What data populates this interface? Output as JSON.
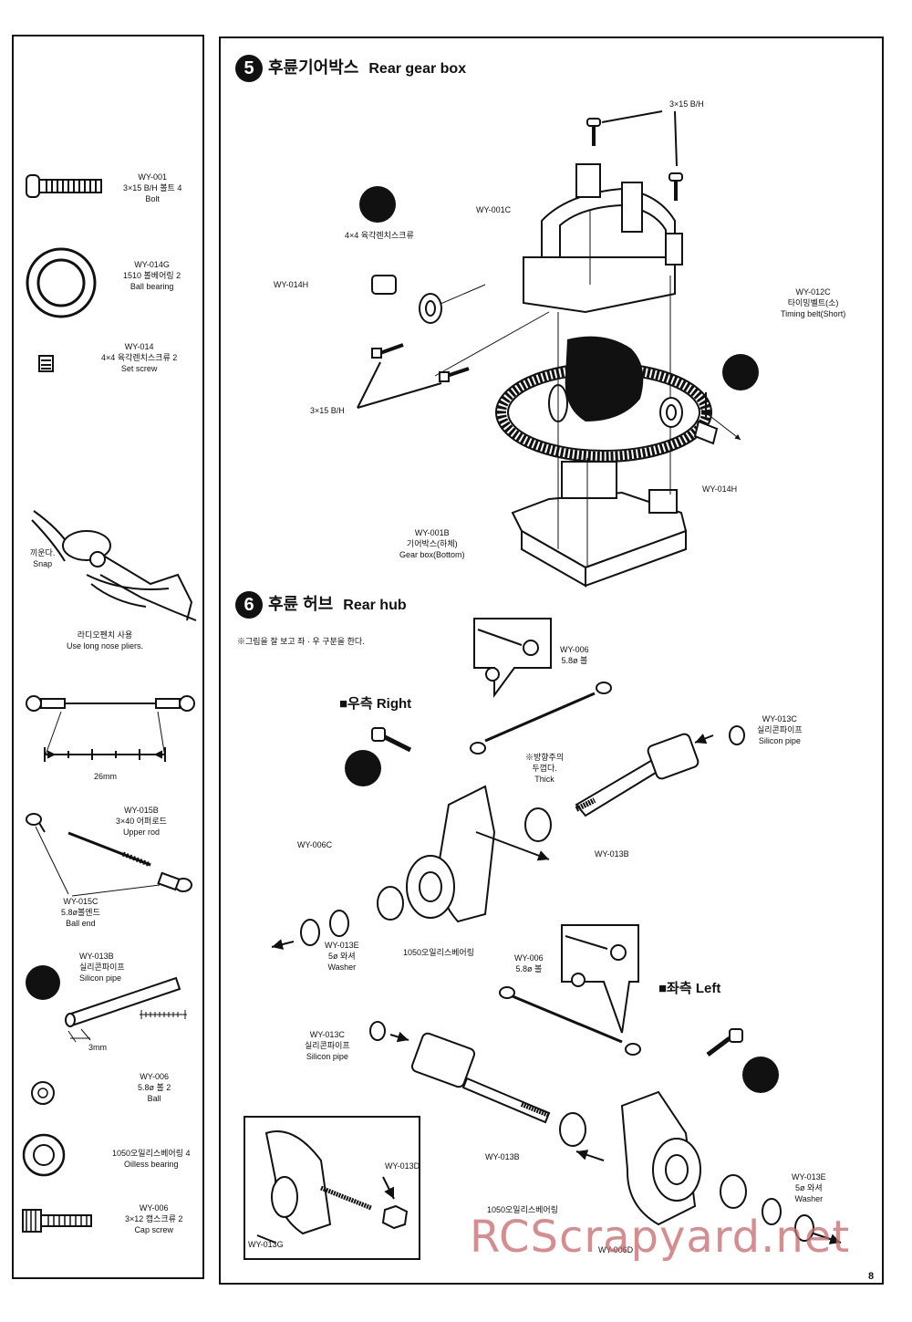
{
  "sidebar": {
    "items": [
      {
        "code": "WY-001",
        "name_ko": "3×15 B/H 볼트 4",
        "name_en": "Bolt"
      },
      {
        "code": "WY-014G",
        "name_ko": "1510 볼베어링 2",
        "name_en": "Ball bearing"
      },
      {
        "code": "WY-014",
        "name_ko": "4×4 육각렌치스크류 2",
        "name_en": "Set screw"
      }
    ],
    "snap_ko": "끼운다.",
    "snap_en": "Snap",
    "pliers_ko": "라디오펜치 사용",
    "pliers_en": "Use long nose pliers.",
    "rod_length": "26mm",
    "rod_items": [
      {
        "code": "WY-015B",
        "name_ko": "3×40 어퍼로드",
        "name_en": "Upper rod"
      },
      {
        "code": "WY-015C",
        "name_ko": "5.8ø볼엔드",
        "name_en": "Ball end"
      }
    ],
    "pipe": {
      "code": "WY-013B",
      "name_ko": "실리콘파이프",
      "name_en": "Silicon pipe",
      "length": "3mm"
    },
    "lower_items": [
      {
        "code": "WY-006",
        "name_ko": "5.8ø 볼 2",
        "name_en": "Ball"
      },
      {
        "code": "",
        "name_ko": "1050오일리스베어링 4",
        "name_en": "Oilless bearing"
      },
      {
        "code": "WY-006",
        "name_ko": "3×12 캡스크류 2",
        "name_en": "Cap screw"
      }
    ]
  },
  "step5": {
    "number": "5",
    "title_ko": "후륜기어박스",
    "title_en": "Rear gear box",
    "labels": {
      "bh_top": "3×15 B/H",
      "wy001c": "WY-001C",
      "setscrew_ko": "4×4 육각렌치스크류",
      "wy014h_left": "WY-014H",
      "bh_left": "3×15 B/H",
      "wy012c": "WY-012C",
      "belt_ko": "타이밍벨트(소)",
      "belt_en": "Timing belt(Short)",
      "wy014h_right": "WY-014H",
      "wy001b": "WY-001B",
      "gearbox_ko": "기어박스(하체)",
      "gearbox_en": "Gear box(Bottom)"
    }
  },
  "step6": {
    "number": "6",
    "title_ko": "후륜 허브",
    "title_en": "Rear hub",
    "note": "※그림을 잘 보고 좌 · 우 구분을 한다.",
    "right_ko": "■우측",
    "right_en": "Right",
    "left_ko": "■좌측",
    "left_en": "Left",
    "labels": {
      "ball_code": "WY-006",
      "ball_name": "5.8ø 볼",
      "wy013c": "WY-013C",
      "silicon_ko": "실리콘파이프",
      "silicon_en": "Silicon pipe",
      "thick_ko1": "※방향주의",
      "thick_ko2": "두껍다.",
      "thick_en": "Thick",
      "wy006c": "WY-006C",
      "wy013b": "WY-013B",
      "wy013e": "WY-013E",
      "washer_ko": "5ø 와셔",
      "washer_en": "Washer",
      "bearing_ko": "1050오일리스베어링",
      "ball_code2": "WY-006",
      "ball_name2": "5.8ø 볼",
      "wy013c_2": "WY-013C",
      "silicon_ko2": "실리콘파이프",
      "silicon_en2": "Silicon pipe",
      "wy013b_2": "WY-013B",
      "bearing_ko2": "1050오일리스베어링",
      "wy006d": "WY-006D",
      "wy013e_2": "WY-013E",
      "washer_ko2": "5ø 와셔",
      "washer_en2": "Washer",
      "wy013d": "WY-013D",
      "wy013g": "WY-013G"
    }
  },
  "watermark": "RCScrapyard.net",
  "page_number": "8"
}
